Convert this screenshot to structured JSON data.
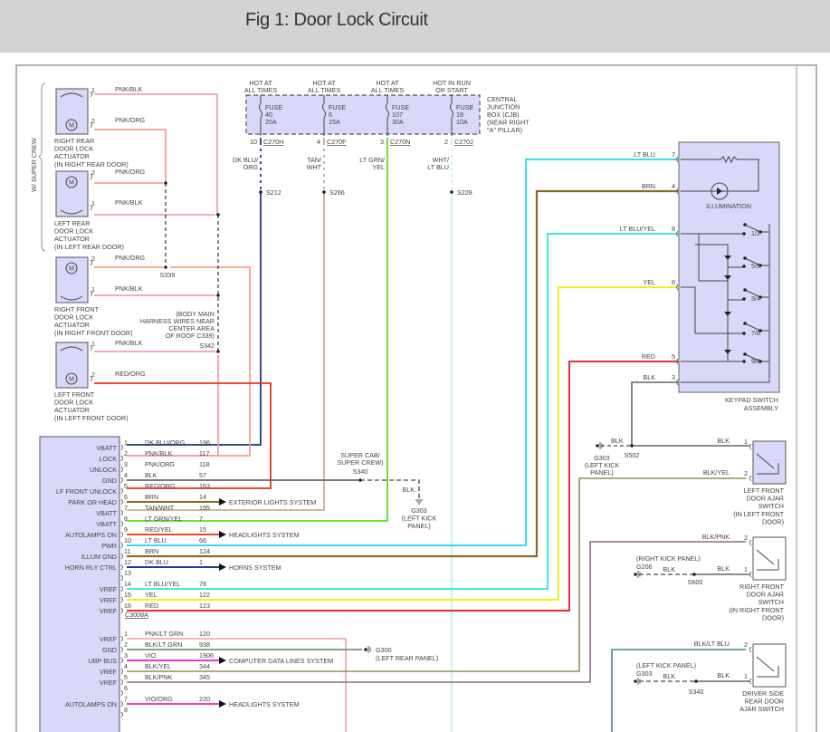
{
  "header": {
    "title": "Fig 1: Door Lock Circuit"
  },
  "colors": {
    "PNK/BLK": "#f2a0b0",
    "PNK/ORG": "#f6a08a",
    "RED/ORG": "#e8331a",
    "DK BLU/ORG": "#3a4a8c",
    "BLK": "#666666",
    "BRN": "#8a6a2a",
    "TAN/WHT": "#c8b090",
    "LT GRN/YEL": "#55e02a",
    "RED/YEL": "#e84a2a",
    "LT BLU": "#30e0f0",
    "DK BLU": "#223c8c",
    "LT BLU/YEL": "#40e8e0",
    "YEL": "#f0f020",
    "RED": "#e83030",
    "PNK/LT GRN": "#f0a0a0",
    "BLK/LT GRN": "#5a8a5a",
    "VIO": "#f030d0",
    "BLK/YEL": "#909050",
    "BLK/PNK": "#906a7a",
    "VIO/ORG": "#f040c0",
    "WHT/LT BLU": "#b8f0f4",
    "BLK/LT BLU": "#408a90",
    "box_fill": "#d8d8f8",
    "box_stroke": "#777777"
  },
  "fuse_box": {
    "label": [
      "CENTRAL",
      "JUNCTION",
      "BOX (CJB)",
      "(NEAR RIGHT",
      "\"A\" PILLAR)"
    ],
    "fuses": [
      {
        "hot": [
          "HOT AT",
          "ALL TIMES"
        ],
        "name": "FUSE",
        "num": "40",
        "amp": "20A",
        "pin": "10",
        "connector": "C270H",
        "wire": "DK BLU/ORG",
        "wire_lines": [
          "DK BLU/",
          "ORG"
        ],
        "splice": "S212"
      },
      {
        "hot": [
          "HOT AT",
          "ALL TIMES"
        ],
        "name": "FUSE",
        "num": "6",
        "amp": "15A",
        "pin": "4",
        "connector": "C270F",
        "wire": "TAN/WHT",
        "wire_lines": [
          "TAN/",
          "WHT"
        ],
        "splice": "S266"
      },
      {
        "hot": [
          "HOT AT",
          "ALL TIMES"
        ],
        "name": "FUSE",
        "num": "107",
        "amp": "30A",
        "pin": "3",
        "connector": "C270N",
        "wire": "LT GRN/YEL",
        "wire_lines": [
          "LT GRN/",
          "YEL"
        ],
        "splice": ""
      },
      {
        "hot": [
          "HOT IN RUN",
          "OR START"
        ],
        "name": "FUSE",
        "num": "18",
        "amp": "10A",
        "pin": "2",
        "connector": "C270J",
        "wire": "WHT/LT BLU",
        "wire_lines": [
          "WHT/",
          "LT BLU"
        ],
        "splice": "S228"
      }
    ]
  },
  "super_crew_label": "W/ SUPER CREW",
  "actuators": [
    {
      "name": [
        "RIGHT REAR",
        "DOOR LOCK",
        "ACTUATOR",
        "(IN RIGHT REAR DOOR)"
      ],
      "pins": [
        {
          "pin": "1",
          "wire": "PNK/BLK"
        },
        {
          "pin": "2",
          "wire": "PNK/ORG"
        }
      ],
      "motor_pin": "2"
    },
    {
      "name": [
        "LEFT REAR",
        "DOOR LOCK",
        "ACTUATOR",
        "(IN LEFT REAR DOOR)"
      ],
      "pins": [
        {
          "pin": "2",
          "wire": "PNK/ORG"
        },
        {
          "pin": "1",
          "wire": "PNK/BLK"
        }
      ],
      "motor_pin": "2"
    },
    {
      "name": [
        "RIGHT FRONT",
        "DOOR LOCK",
        "ACTUATOR",
        "(IN RIGHT FRONT DOOR)"
      ],
      "pins": [
        {
          "pin": "2",
          "wire": "PNK/ORG"
        },
        {
          "pin": "1",
          "wire": "PNK/BLK"
        }
      ],
      "motor_pin": "2"
    },
    {
      "name": [
        "LEFT FRONT",
        "DOOR LOCK",
        "ACTUATOR",
        "(IN LEFT FRONT DOOR)"
      ],
      "pins": [
        {
          "pin": "1",
          "wire": "PNK/BLK"
        },
        {
          "pin": "2",
          "wire": "RED/ORG"
        }
      ],
      "motor_pin": "2"
    }
  ],
  "splices": {
    "S339": "S339",
    "S342": "S342",
    "S340": "S340",
    "S502": "S502",
    "S600": "S600"
  },
  "harness_note": [
    "(BODY MAIN",
    "HARNESS WIRES NEAR",
    "CENTER AREA",
    "OF ROOF C339)"
  ],
  "module": {
    "connector_a": "C3008A",
    "pins_a": [
      {
        "func": "VBATT",
        "pin": "1",
        "wire": "DK BLU/ORG",
        "circuit": "196"
      },
      {
        "func": "LOCK",
        "pin": "2",
        "wire": "PNK/BLK",
        "circuit": "117"
      },
      {
        "func": "UNLOCK",
        "pin": "3",
        "wire": "PNK/ORG",
        "circuit": "118"
      },
      {
        "func": "GND",
        "pin": "4",
        "wire": "BLK",
        "circuit": "57"
      },
      {
        "func": "LF FRONT UNLOCK",
        "pin": "5",
        "wire": "RED/ORG",
        "circuit": "163"
      },
      {
        "func": "PARK OR HEAD",
        "pin": "6",
        "wire": "BRN",
        "circuit": "14",
        "dest": "EXTERIOR LIGHTS SYSTEM"
      },
      {
        "func": "VBATT",
        "pin": "7",
        "wire": "TAN/WHT",
        "circuit": "195"
      },
      {
        "func": "VBATT",
        "pin": "8",
        "wire": "LT GRN/YEL",
        "circuit": "7"
      },
      {
        "func": "AUTOLAMPS ON",
        "pin": "9",
        "wire": "RED/YEL",
        "circuit": "15",
        "dest": "HEADLIGHTS SYSTEM"
      },
      {
        "func": "PWR",
        "pin": "10",
        "wire": "LT BLU",
        "circuit": "66"
      },
      {
        "func": "ILLUM GND",
        "pin": "11",
        "wire": "BRN",
        "circuit": "124"
      },
      {
        "func": "HORN RLY CTRL",
        "pin": "12",
        "wire": "DK BLU",
        "circuit": "1",
        "dest": "HORNS SYSTEM"
      },
      {
        "func": "",
        "pin": "13",
        "wire": "",
        "circuit": ""
      },
      {
        "func": "VREF",
        "pin": "14",
        "wire": "LT BLU/YEL",
        "circuit": "78"
      },
      {
        "func": "VREF",
        "pin": "15",
        "wire": "YEL",
        "circuit": "122"
      },
      {
        "func": "VREF",
        "pin": "16",
        "wire": "RED",
        "circuit": "123"
      }
    ],
    "pins_b": [
      {
        "func": "VREF",
        "pin": "1",
        "wire": "PNK/LT GRN",
        "circuit": "120"
      },
      {
        "func": "GND",
        "pin": "2",
        "wire": "BLK/LT GRN",
        "circuit": "938"
      },
      {
        "func": "UBP BUS",
        "pin": "3",
        "wire": "VIO",
        "circuit": "1906",
        "dest": "COMPUTER DATA LINES SYSTEM"
      },
      {
        "func": "VREF",
        "pin": "4",
        "wire": "BLK/YEL",
        "circuit": "344"
      },
      {
        "func": "VREF",
        "pin": "5",
        "wire": "BLK/PNK",
        "circuit": "345"
      },
      {
        "func": "",
        "pin": "6",
        "wire": "",
        "circuit": ""
      },
      {
        "func": "AUTOLAMPS ON",
        "pin": "7",
        "wire": "VIO/ORG",
        "circuit": "220",
        "dest": "HEADLIGHTS SYSTEM"
      },
      {
        "func": "",
        "pin": "8",
        "wire": "",
        "circuit": ""
      }
    ]
  },
  "grounds": {
    "g303_center": {
      "note": [
        "SUPER CAB/",
        "SUPER CREW)"
      ],
      "splice": "S340",
      "wire": "BLK",
      "name": [
        "G303",
        "(LEFT KICK",
        "PANEL)"
      ]
    },
    "g300": {
      "name": [
        "G300",
        "(LEFT REAR PANEL)"
      ]
    },
    "g303_right": {
      "name": [
        "G303",
        "(LEFT KICK",
        "PANEL)"
      ],
      "wire": "BLK"
    }
  },
  "keypad": {
    "name": [
      "KEYPAD SWITCH",
      "ASSEMBLY"
    ],
    "illumination": "ILLUMINATION",
    "pins": [
      {
        "pin": "7",
        "wire": "LT BLU"
      },
      {
        "pin": "4",
        "wire": "BRN"
      },
      {
        "pin": "8",
        "wire": "LT BLU/YEL"
      },
      {
        "pin": "6",
        "wire": "YEL"
      },
      {
        "pin": "5",
        "wire": "RED"
      },
      {
        "pin": "3",
        "wire": "BLK"
      }
    ],
    "buttons": [
      "1/2",
      "5/6",
      "3/4",
      "7/8",
      "9/0"
    ]
  },
  "ajar_switches": [
    {
      "name": [
        "LEFT FRONT",
        "DOOR AJAR",
        "SWITCH",
        "(IN LEFT FRONT",
        "DOOR)"
      ],
      "pin1_wire": "BLK",
      "pin2_wire": "BLK/YEL"
    },
    {
      "name": [
        "RIGHT FRONT",
        "DOOR AJAR",
        "SWITCH",
        "(IN RIGHT FRONT",
        "DOOR)"
      ],
      "pin1_wire": "BLK",
      "pin2_wire": "BLK/PNK",
      "ground": [
        "(RIGHT KICK PANEL)",
        "G206"
      ],
      "ground_wire": "BLK",
      "splice": "S600"
    },
    {
      "name": [
        "DRIVER SIDE",
        "REAR DOOR",
        "AJAR SWITCH"
      ],
      "pin1_wire": "BLK",
      "pin2_wire": "BLK/LT BLU",
      "ground": [
        "(LEFT KICK PANEL)",
        "G303"
      ],
      "ground_wire": "BLK",
      "splice": "S340"
    }
  ]
}
